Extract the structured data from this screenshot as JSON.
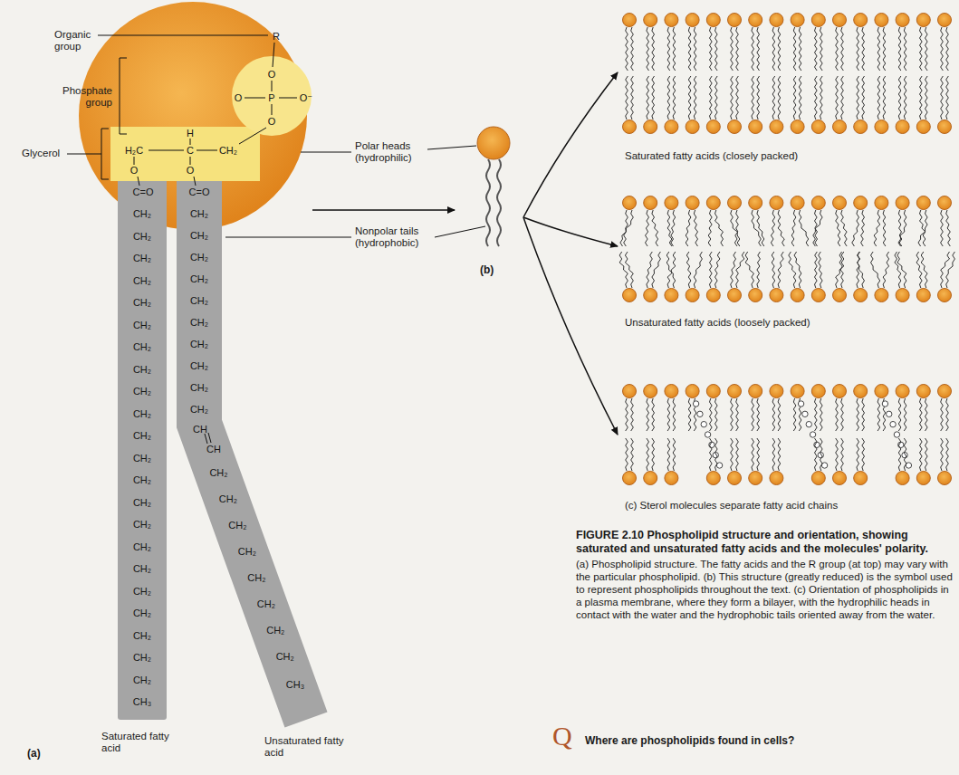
{
  "diagram": {
    "caption": "FIGURE 2.10 Phospholipid structure and orientation, showing saturated and unsaturated fatty acids and the molecules' polarity.",
    "labels": [
      "Organic group",
      "Phosphate group",
      "Glycerol",
      "Polar heads (hydrophilic)",
      "Nonpolar tails (hydrophobic)",
      "R",
      "O",
      "O",
      "P",
      "O⁻",
      "O",
      "H₂C",
      "H",
      "C",
      "CH₂",
      "O",
      "O",
      "C=O",
      "C=O",
      "CH₂",
      "CH₂",
      "CH₂",
      "CH₂",
      "CH₂",
      "CH₂",
      "CH₂",
      "CH₂",
      "CH₂",
      "CH₂",
      "CH₂",
      "CH₂",
      "CH₂",
      "CH₂",
      "CH₂",
      "CH₂",
      "CH₂",
      "CH₂",
      "CH₂",
      "CH₂",
      "CH₂",
      "CH₂",
      "CH₃",
      "CH₂",
      "CH₂",
      "CH₂",
      "CH₂",
      "CH₂",
      "CH₂",
      "CH₂",
      "CH₂",
      "CH₂",
      "CH₂",
      "CH",
      "CH",
      "CH₂",
      "CH₂",
      "CH₂",
      "CH₂",
      "CH₂",
      "CH₂",
      "CH₂",
      "CH₂",
      "CH₃",
      "Saturated fatty acid",
      "Unsaturated fatty acid",
      "(a)",
      "(b)",
      "Saturated fatty acids (closely packed)",
      "Unsaturated fatty acids (loosely packed)",
      "(c) Sterol molecules separate fatty acid chains",
      "(a) Phospholipid structure. The fatty acids and the R group (at top) may vary with the particular phospholipid. (b) This structure (greatly reduced) is the symbol used to represent phospholipids throughout the text. (c) Orientation of phospholipids in a plasma membrane, where they form a bilayer, with the hydrophilic heads in contact with the water and the hydrophobic tails oriented away from the water.",
      "Q",
      "Where are phospholipids found in cells?"
    ]
  }
}
